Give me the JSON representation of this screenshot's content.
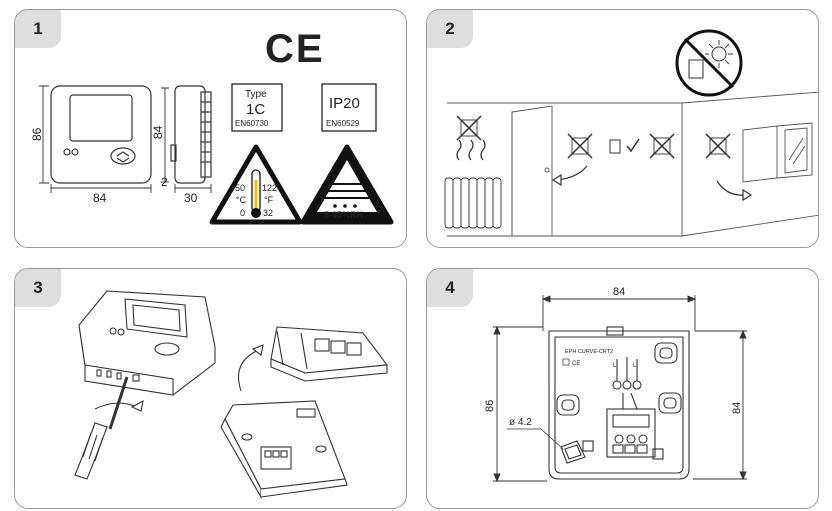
{
  "panels": [
    {
      "number": "1"
    },
    {
      "number": "2"
    },
    {
      "number": "3"
    },
    {
      "number": "4"
    }
  ],
  "panel1": {
    "dim_height": "86",
    "dim_width": "84",
    "dim_side_height": "84",
    "dim_offset": "2",
    "dim_depth": "30",
    "ce_mark": "CE",
    "type_label": "Type",
    "type_value": "1C",
    "type_standard": "EN60730",
    "ip_value": "IP20",
    "ip_standard": "EN60529",
    "temp_c_max": "50",
    "temp_f_max": "122",
    "temp_c_unit": "°C",
    "temp_f_unit": "°F",
    "temp_c_min": "0",
    "temp_f_min": "32",
    "humidity": "5-95%RH"
  },
  "panel4": {
    "dim_width": "84",
    "dim_left_height": "86",
    "dim_right_height": "84",
    "hole_diameter": "ø 4.2",
    "label_model": "EPH CURVE-CRT2",
    "label_ce": "CE",
    "terminal_left": "L",
    "terminal_right": "L"
  }
}
